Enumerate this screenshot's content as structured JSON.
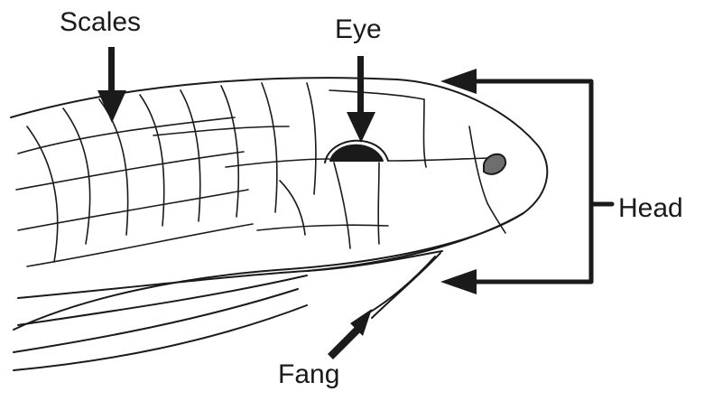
{
  "labels": {
    "scales": "Scales",
    "eye": "Eye",
    "head": "Head",
    "fang": "Fang"
  },
  "colors": {
    "line": "#1a1a1a",
    "eye_fill": "#1a1a1a",
    "nostril_fill": "#6e6e6e",
    "background": "#ffffff"
  }
}
